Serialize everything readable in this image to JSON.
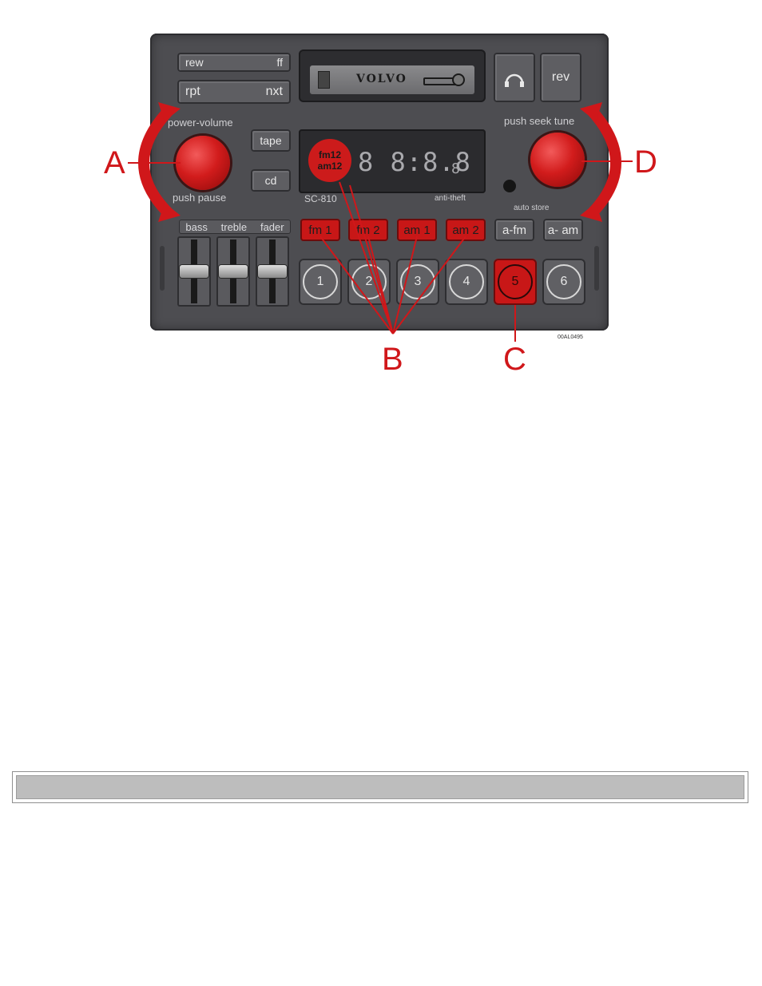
{
  "figure": {
    "callouts": {
      "a": "A",
      "b": "B",
      "c": "C",
      "d": "D"
    },
    "code": "00AL0495",
    "accent_color": "#d0171a"
  },
  "radio": {
    "brand": "VOLVO",
    "model": "SC-810",
    "tape_controls": {
      "rew": "rew",
      "ff": "ff",
      "rpt": "rpt",
      "nxt": "nxt",
      "rev": "rev",
      "eject_icon": "headphone-eject-icon"
    },
    "left_knob": {
      "top_label": "power-volume",
      "bottom_label": "push  pause"
    },
    "right_knob": {
      "top_label": "push  seek  tune",
      "bottom_label": "auto  store"
    },
    "source_buttons": {
      "tape": "tape",
      "cd": "cd"
    },
    "display": {
      "band_line1": "fm12",
      "band_line2": "am12",
      "digits": "8 8:8.8",
      "small_digit": "8",
      "anti_theft": "anti-theft"
    },
    "tone": {
      "bass": "bass",
      "treble": "treble",
      "fader": "fader"
    },
    "band_buttons": [
      "fm 1",
      "fm 2",
      "am 1",
      "am 2"
    ],
    "auto_buttons": [
      "a-fm",
      "a- am"
    ],
    "presets": [
      "1",
      "2",
      "3",
      "4",
      "5",
      "6"
    ]
  }
}
